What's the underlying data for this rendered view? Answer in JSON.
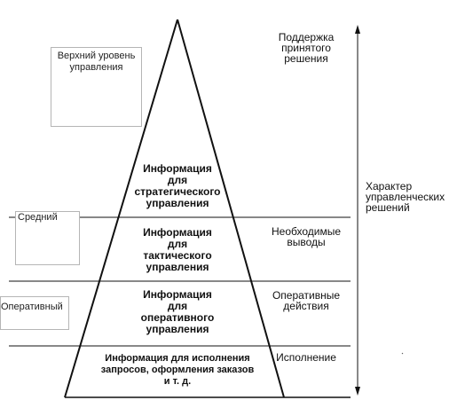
{
  "levels": {
    "top": "Верхний уровень управления",
    "middle": "Средний",
    "operational": "Оперативный"
  },
  "pyramid": {
    "strategic": [
      "Информация",
      "для",
      "стратегического",
      "управления"
    ],
    "tactical": [
      "Информация",
      "для",
      "тактического",
      "управления"
    ],
    "operational": [
      "Информация",
      "для",
      "оперативного",
      "управления"
    ],
    "execution": [
      "Информация для исполнения",
      "запросов, оформления заказов",
      "и т. д."
    ]
  },
  "right_column": {
    "support": [
      "Поддержка",
      "принятого",
      "решения"
    ],
    "conclusions": [
      "Необходимые",
      "выводы"
    ],
    "actions": [
      "Оперативные",
      "действия"
    ],
    "execution": "Исполнение",
    "character": [
      "Характер",
      "управленческих",
      "решений"
    ]
  }
}
